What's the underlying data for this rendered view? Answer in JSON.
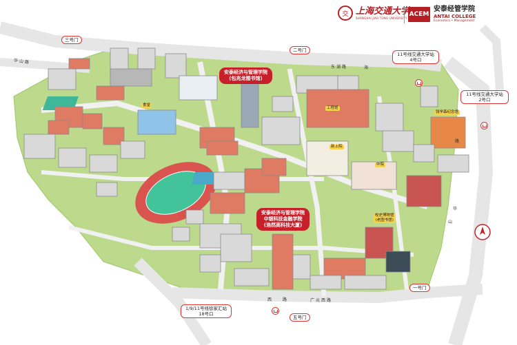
{
  "header": {
    "sjtu_seal": "交",
    "sjtu_name": "上海交通大学",
    "sjtu_en": "SHANGHAI JIAO TONG UNIVERSITY",
    "antai_mark": "ACEM",
    "antai_cn": "安泰经管学院",
    "antai_en1": "ANTAI COLLEGE",
    "antai_en2": "Economics • Management"
  },
  "gates": {
    "gate3": "三号门",
    "gate2": "二号门",
    "gate1": "一号门",
    "gate5": "五号门"
  },
  "metro": {
    "line11_4": [
      "11号线交通大学站",
      "4号口"
    ],
    "line11_2": [
      "11号线交通大学站",
      "2号口"
    ],
    "line1911_18": [
      "1/9/11号线徐家汇站",
      "18号口"
    ]
  },
  "callouts": {
    "library": [
      "安泰经济与管理学院",
      "(包兆龙图书馆)"
    ],
    "fintech": [
      "安泰经济与管理学院",
      "中银科技金融学院",
      "(浩然高科技大厦)"
    ]
  },
  "buildings": {
    "canteen": "食堂",
    "gongcheng": "工程馆",
    "qianxuesen": "钱学森纪念馆",
    "xinshangyuan": "新上院",
    "zhongyuan": "中院",
    "museum": [
      "校史博物馆",
      "(老图书馆)"
    ]
  },
  "roads": {
    "huashan": "华山路",
    "guangyuan": "广元西路",
    "donghu": "东湖路",
    "hua": "华",
    "shan": "山",
    "lu": "路",
    "hai": "海",
    "xi": "西",
    "lu2": "路"
  },
  "colors": {
    "accent": "#c8202a",
    "grass": "#b9d88a",
    "road": "#ececec",
    "track": "#d9544f",
    "field": "#43c39a"
  }
}
